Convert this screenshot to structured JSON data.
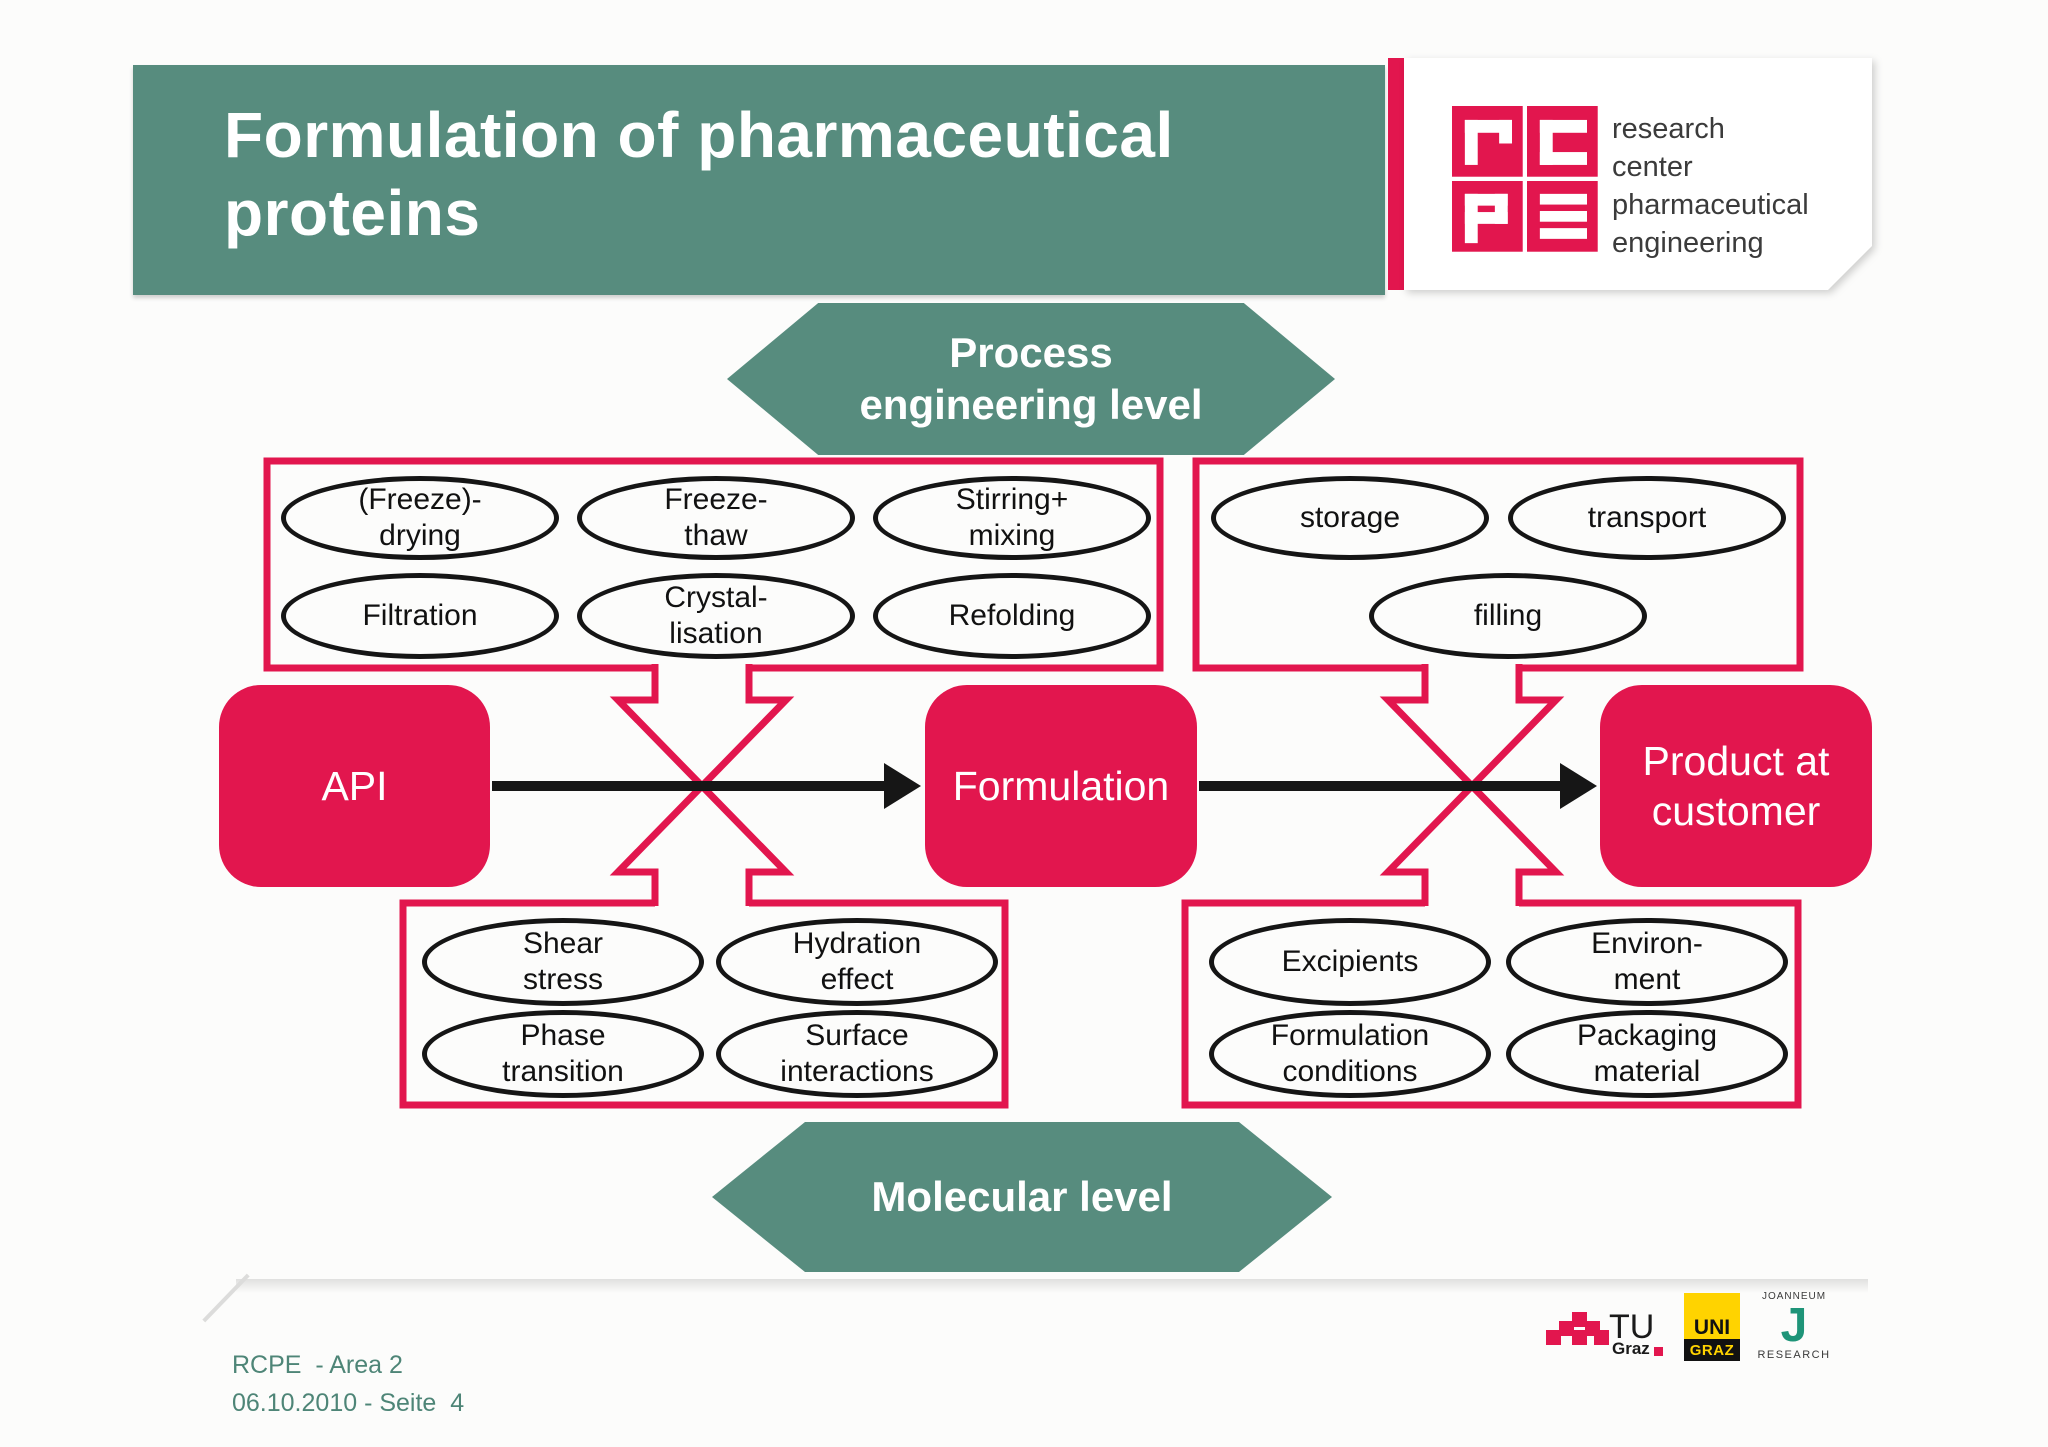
{
  "colors": {
    "teal": "#578c7e",
    "pink": "#e2164e",
    "oval_stroke": "#151515",
    "footer_text": "#4e8577",
    "uni_yellow": "#ffd300",
    "joanneum_green": "#1e9478"
  },
  "header": {
    "title": "Formulation of pharmaceutical\nproteins"
  },
  "rcpe_logo": {
    "name_lines": "research\ncenter\npharmaceutical\nengineering"
  },
  "levels": {
    "process": "Process\nengineering level",
    "molecular": "Molecular level"
  },
  "flow": {
    "api": "API",
    "formulation": "Formulation",
    "product": "Product at\ncustomer"
  },
  "process_factors": {
    "upstream": [
      "(Freeze)-\ndrying",
      "Freeze-\nthaw",
      "Stirring+\nmixing",
      "Filtration",
      "Crystal-\nlisation",
      "Refolding"
    ],
    "downstream": [
      "storage",
      "transport",
      "filling"
    ]
  },
  "molecular_factors": {
    "upstream": [
      "Shear\nstress",
      "Hydration\neffect",
      "Phase\ntransition",
      "Surface\ninteractions"
    ],
    "downstream": [
      "Excipients",
      "Environ-\nment",
      "Formulation\nconditions",
      "Packaging\nmaterial"
    ]
  },
  "footer": {
    "line1": "RCPE  - Area 2",
    "line2": "06.10.2010 - Seite  4"
  },
  "partners": {
    "tu": "TU",
    "tu_city": "Graz",
    "uni": "UNI",
    "uni_city": "GRAZ",
    "joanneum_name": "JOANNEUM",
    "joanneum_letter": "J",
    "joanneum_research": "RESEARCH"
  }
}
